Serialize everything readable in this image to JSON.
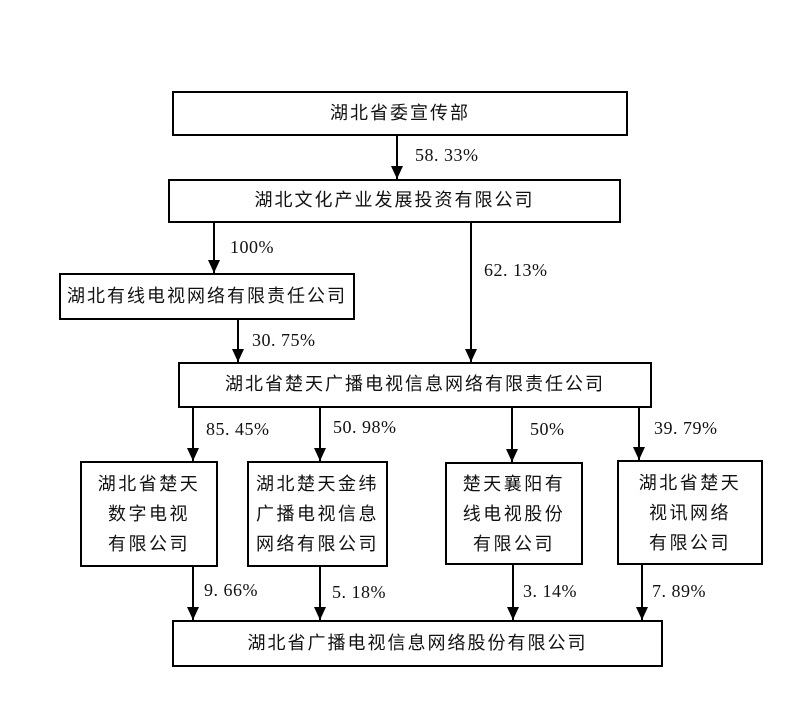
{
  "diagram": {
    "type": "org-ownership-chart",
    "colors": {
      "background": "#ffffff",
      "line": "#000000",
      "text": "#111111"
    },
    "nodes": {
      "propaganda_dept": {
        "label": "湖北省委宣传部"
      },
      "culture_investment": {
        "label": "湖北文化产业发展投资有限公司"
      },
      "cable_network": {
        "label": "湖北有线电视网络有限责任公司"
      },
      "chutian_network": {
        "label": "湖北省楚天广播电视信息网络有限责任公司"
      },
      "digital_tv": {
        "label": "湖北省楚天数字电视有限公司",
        "lines": [
          "湖北省楚天",
          "数字电视",
          "有限公司"
        ]
      },
      "jinwei": {
        "label": "湖北楚天金纬广播电视信息网络有限公司",
        "lines": [
          "湖北楚天金纬",
          "广播电视信息",
          "网络有限公司"
        ]
      },
      "xiangyang": {
        "label": "楚天襄阳有线电视股份有限公司",
        "lines": [
          "楚天襄阳有",
          "线电视股份",
          "有限公司"
        ]
      },
      "shixun": {
        "label": "湖北省楚天视讯网络有限公司",
        "lines": [
          "湖北省楚天",
          "视讯网络",
          "有限公司"
        ]
      },
      "listed_company": {
        "label": "湖北省广播电视信息网络股份有限公司"
      }
    },
    "edges": {
      "dept_to_investment": {
        "label": "58. 33%"
      },
      "investment_to_cable": {
        "label": "100%"
      },
      "cable_to_chutian": {
        "label": "30. 75%"
      },
      "investment_to_chutian": {
        "label": "62. 13%"
      },
      "chutian_to_digital": {
        "label": "85. 45%"
      },
      "chutian_to_jinwei": {
        "label": "50. 98%"
      },
      "chutian_to_xiangyang": {
        "label": "50%"
      },
      "chutian_to_shixun": {
        "label": "39. 79%"
      },
      "digital_to_listed": {
        "label": "9. 66%"
      },
      "jinwei_to_listed": {
        "label": "5. 18%"
      },
      "xiangyang_to_listed": {
        "label": "3. 14%"
      },
      "shixun_to_listed": {
        "label": "7. 89%"
      }
    }
  }
}
